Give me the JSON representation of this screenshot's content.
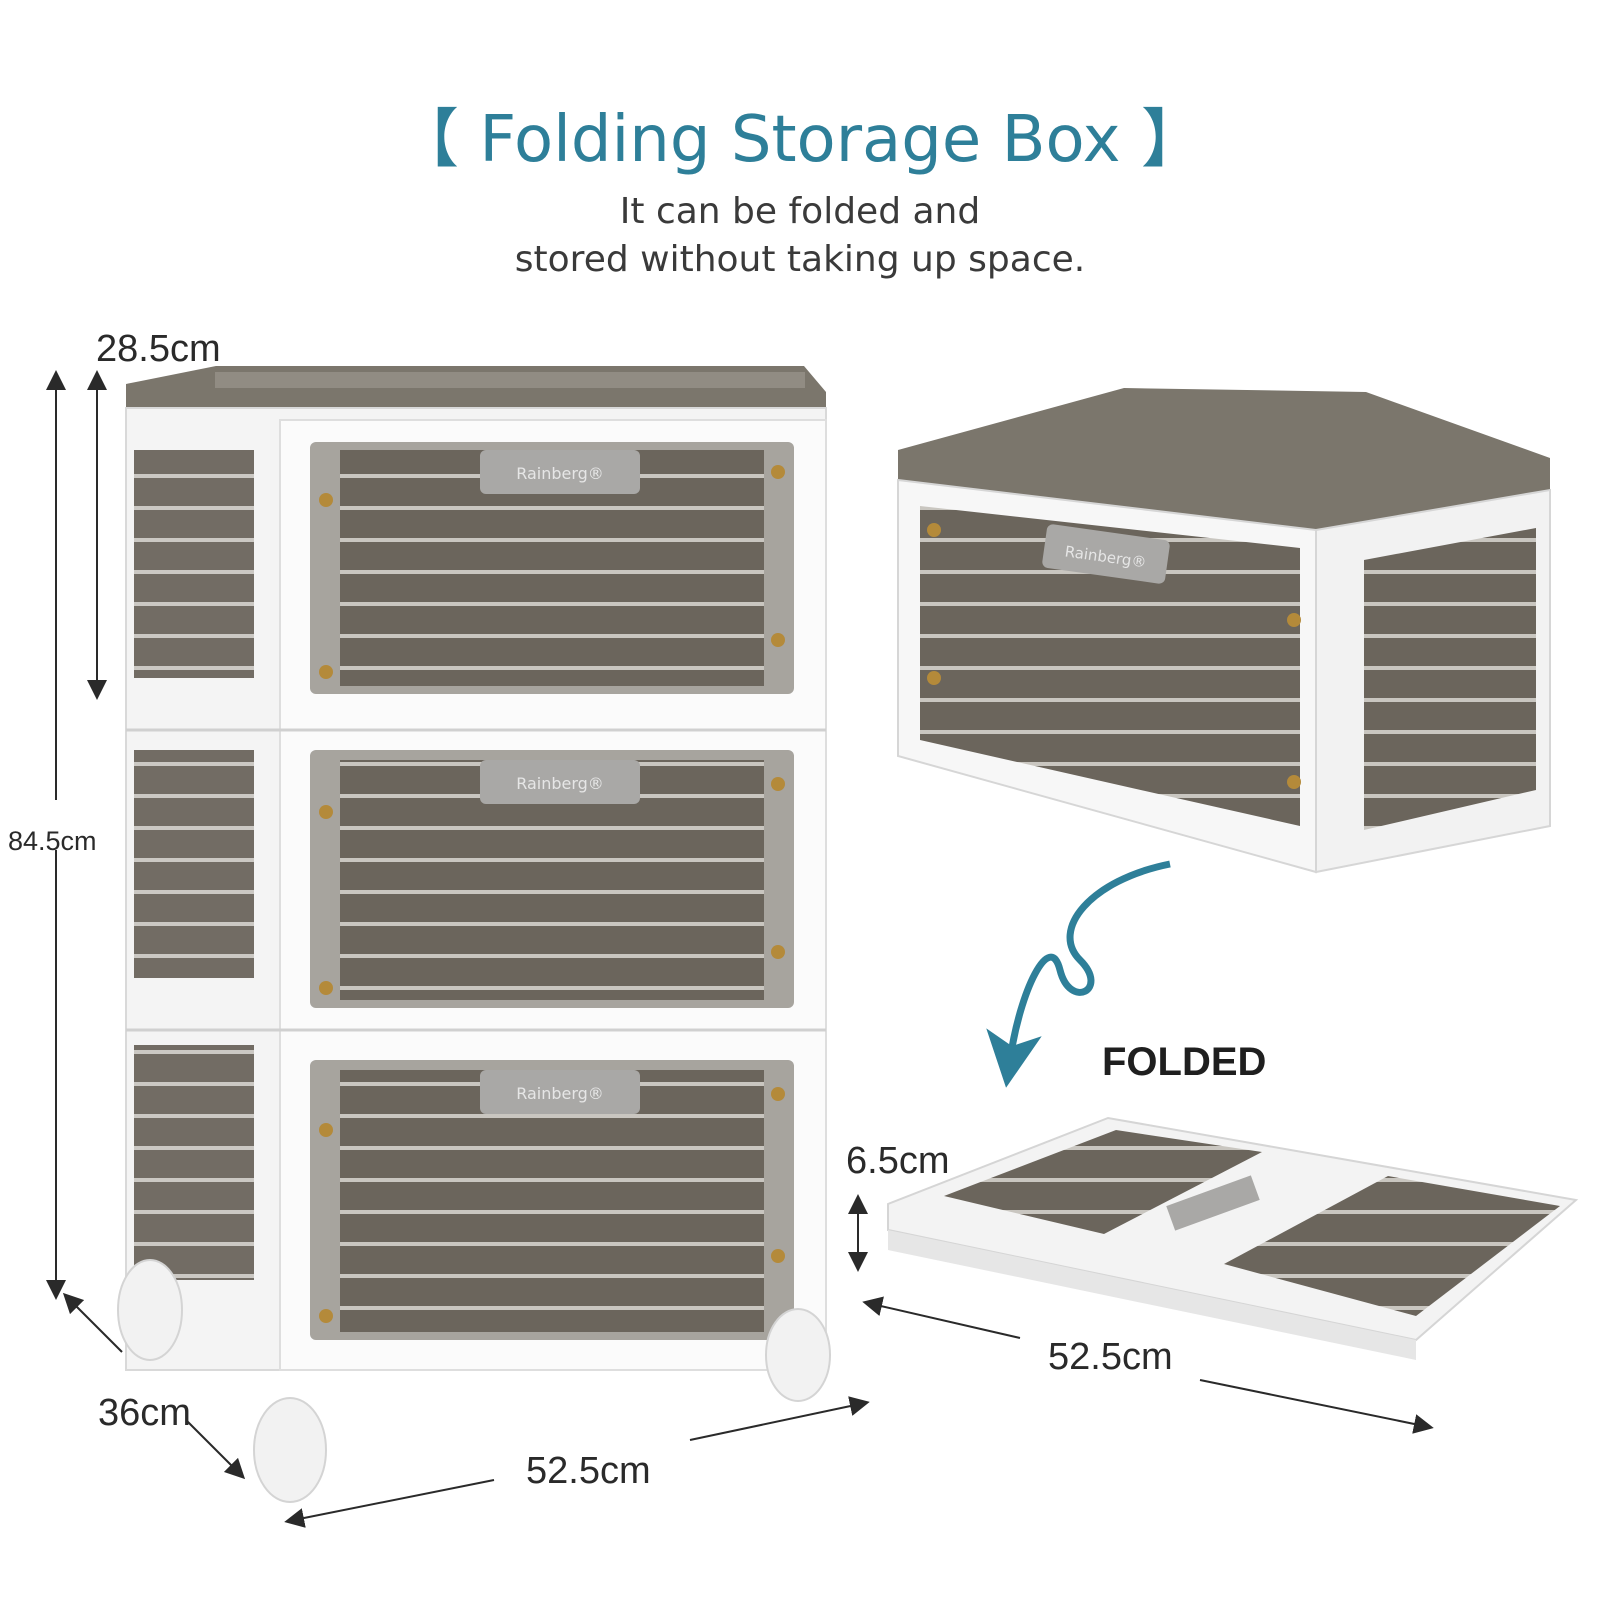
{
  "header": {
    "title": "【 Folding Storage Box 】",
    "subtitle_line1": "It can be folded and",
    "subtitle_line2": "stored without taking up space."
  },
  "dimensions": {
    "stack_top_depth": "28.5cm",
    "stack_height": "84.5cm",
    "stack_depth": "36cm",
    "stack_width": "52.5cm",
    "folded_height": "6.5cm",
    "folded_width": "52.5cm"
  },
  "labels": {
    "folded": "FOLDED",
    "brand": "Rainberg®"
  },
  "colors": {
    "title": "#2e7f99",
    "arrow": "#2e7f99",
    "panel": "#6b655c",
    "frame": "#f4f4f4",
    "lid": "#7b766c"
  }
}
